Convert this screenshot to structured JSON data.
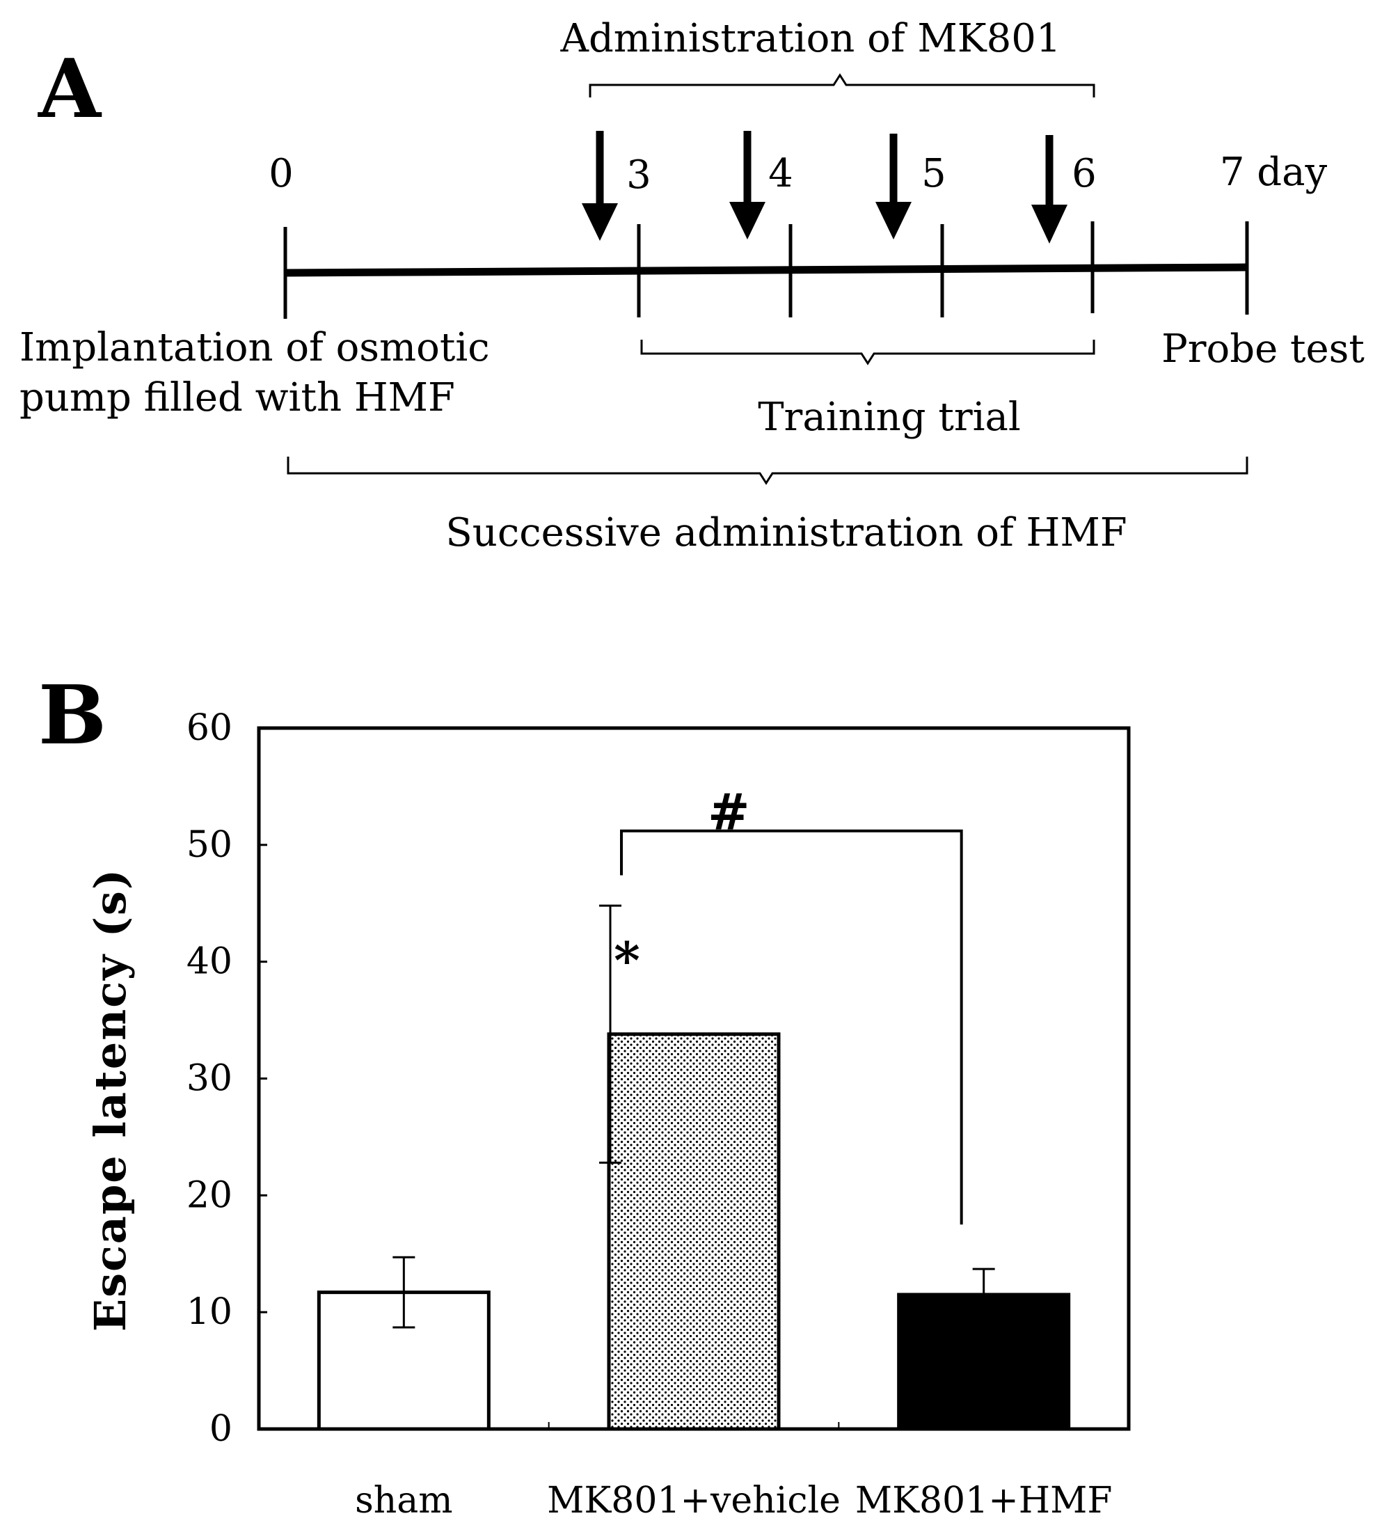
{
  "panel_a": {
    "label": "A",
    "top_brace_text": "Administration of MK801",
    "day_labels": [
      "0",
      "3",
      "4",
      "5",
      "6",
      "7 day"
    ],
    "left_text_line1": "Implantation of osmotic",
    "left_text_line2": "pump filled with HMF",
    "right_text": "Probe test",
    "mid_brace_text": "Training trial",
    "bottom_brace_text": "Successive administration of HMF"
  },
  "panel_b": {
    "label": "B"
  },
  "chart_data": {
    "type": "bar",
    "categories": [
      "sham",
      "MK801+vehicle",
      "MK801+HMF"
    ],
    "values": [
      11.7,
      33.8,
      11.5
    ],
    "errors": [
      3.0,
      11.0,
      2.2
    ],
    "bar_fills": [
      "white",
      "dotted",
      "black"
    ],
    "ylabel": "Escape latency (s)",
    "xlabel": "",
    "ylim": [
      0,
      60
    ],
    "yticks": [
      "0",
      "10",
      "20",
      "30",
      "40",
      "50",
      "60"
    ],
    "annotations": [
      {
        "text": "*",
        "category": "MK801+vehicle"
      },
      {
        "text": "#",
        "between": [
          "MK801+vehicle",
          "MK801+HMF"
        ]
      }
    ],
    "grid": false,
    "legend": "none"
  }
}
